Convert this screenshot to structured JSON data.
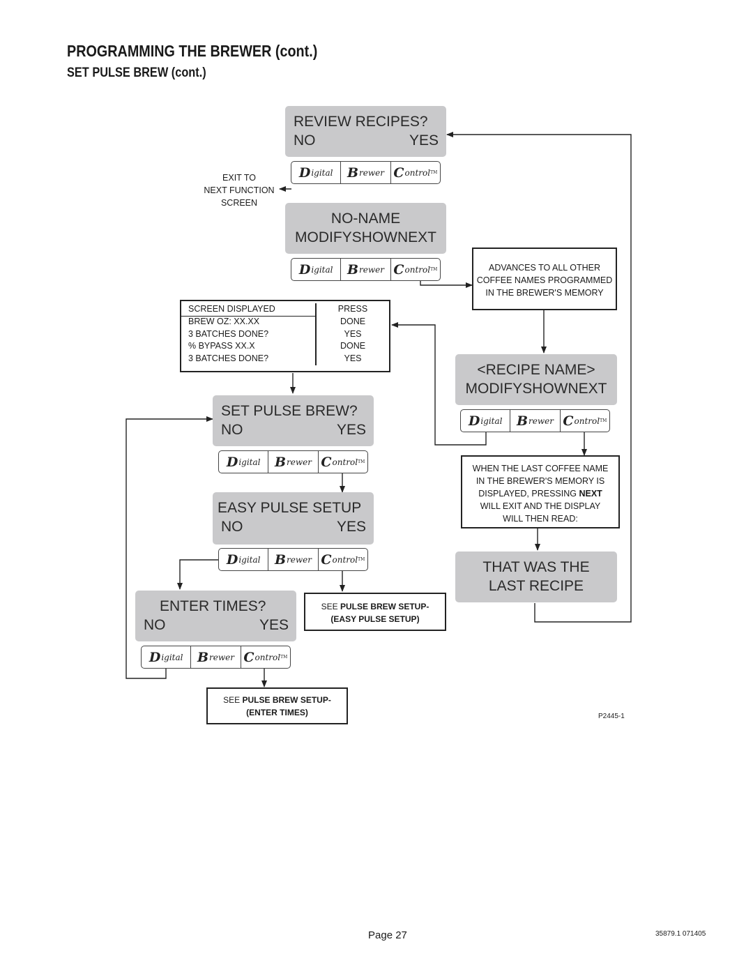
{
  "header": {
    "title": "PROGRAMMING THE BREWER (cont.)",
    "subtitle": "SET PULSE BREW (cont.)"
  },
  "keypad": {
    "digital_initial": "D",
    "digital_rest": "igital",
    "brewer_initial": "B",
    "brewer_rest": "rewer",
    "control_initial": "C",
    "control_rest": "ontrol",
    "trademark": "TM"
  },
  "screens": {
    "review_recipes": {
      "line1": "REVIEW RECIPES?",
      "left": "NO",
      "right": "YES"
    },
    "no_name": {
      "line1": "NO-NAME",
      "line2": "MODIFYSHOWNEXT"
    },
    "recipe_name": {
      "line1": "<RECIPE NAME>",
      "line2": "MODIFYSHOWNEXT"
    },
    "set_pulse_brew": {
      "line1": "SET PULSE BREW?",
      "left": "NO",
      "right": "YES"
    },
    "easy_pulse_setup": {
      "line1": "EASY PULSE SETUP",
      "left": "NO",
      "right": "YES"
    },
    "enter_times": {
      "line1": "ENTER TIMES?",
      "left": "NO",
      "right": "YES"
    },
    "last_recipe": {
      "line1": "THAT WAS THE",
      "line2": "LAST RECIPE"
    }
  },
  "exit_label": {
    "line1": "EXIT TO",
    "line2": "NEXT FUNCTION",
    "line3": "SCREEN"
  },
  "notes": {
    "advances": {
      "line1": "ADVANCES TO ALL OTHER",
      "line2": "COFFEE NAMES PROGRAMMED",
      "line3": "IN THE BREWER'S MEMORY"
    },
    "last_name": {
      "line1": "WHEN THE LAST COFFEE NAME",
      "line2": "IN THE BREWER'S MEMORY IS",
      "line3a": "DISPLAYED, PRESSING ",
      "line3b": "NEXT",
      "line4": "WILL EXIT AND THE DISPLAY",
      "line5": "WILL THEN READ:"
    },
    "easy_setup_ref": {
      "line1a": "SEE ",
      "line1b": "PULSE BREW SETUP-",
      "line2": "(EASY PULSE SETUP)"
    },
    "enter_times_ref": {
      "line1a": "SEE ",
      "line1b": "PULSE BREW SETUP-",
      "line2": "(ENTER TIMES)"
    }
  },
  "press_table": {
    "headers": [
      "SCREEN DISPLAYED",
      "PRESS"
    ],
    "rows": [
      [
        "BREW OZ: XX.XX",
        "DONE"
      ],
      [
        "3 BATCHES DONE?",
        "YES"
      ],
      [
        "% BYPASS XX.X",
        "DONE"
      ],
      [
        "3 BATCHES DONE?",
        "YES"
      ]
    ]
  },
  "figure_id": "P2445-1",
  "footer": {
    "page": "Page 27",
    "doc_code": "35879.1 071405"
  }
}
